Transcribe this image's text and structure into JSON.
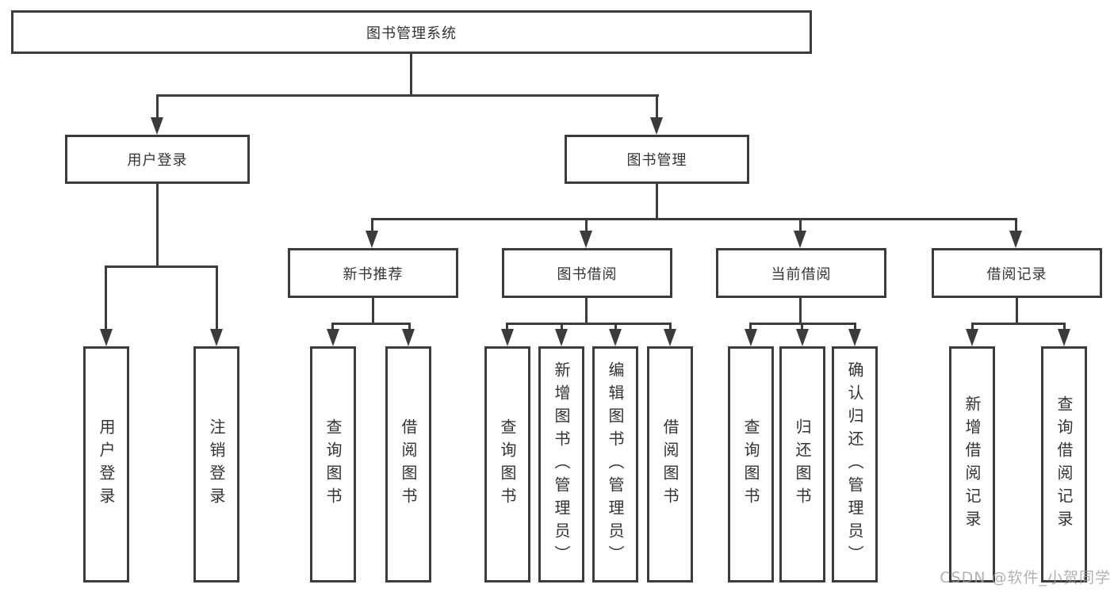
{
  "diagram": {
    "title": "图书管理系统",
    "watermark": "CSDN @软件_小贺同学",
    "colors": {
      "line": "#3b3b3b",
      "text": "#333333",
      "background": "#ffffff",
      "watermark": "#9e9e9e"
    },
    "nodes": {
      "root": {
        "label": "图书管理系统"
      },
      "user_login": {
        "label": "用户登录"
      },
      "book_mgmt": {
        "label": "图书管理"
      },
      "new_book_rec": {
        "label": "新书推荐"
      },
      "book_borrow": {
        "label": "图书借阅"
      },
      "current_borrow": {
        "label": "当前借阅"
      },
      "borrow_records": {
        "label": "借阅记录"
      },
      "leaf_user_login": {
        "label": "用户登录"
      },
      "leaf_logout": {
        "label": "注销登录"
      },
      "leaf_rec_query_book": {
        "label": "查询图书"
      },
      "leaf_rec_borrow_book": {
        "label": "借阅图书"
      },
      "leaf_bb_query_book": {
        "label": "查询图书"
      },
      "leaf_bb_add_book": {
        "label": "新增图书（管理员）"
      },
      "leaf_bb_edit_book": {
        "label": "编辑图书（管理员）"
      },
      "leaf_bb_borrow_book": {
        "label": "借阅图书"
      },
      "leaf_cb_query_book": {
        "label": "查询图书"
      },
      "leaf_cb_return_book": {
        "label": "归还图书"
      },
      "leaf_cb_confirm_return": {
        "label": "确认归还（管理员）"
      },
      "leaf_br_add_record": {
        "label": "新增借阅记录"
      },
      "leaf_br_query_record": {
        "label": "查询借阅记录"
      }
    }
  }
}
